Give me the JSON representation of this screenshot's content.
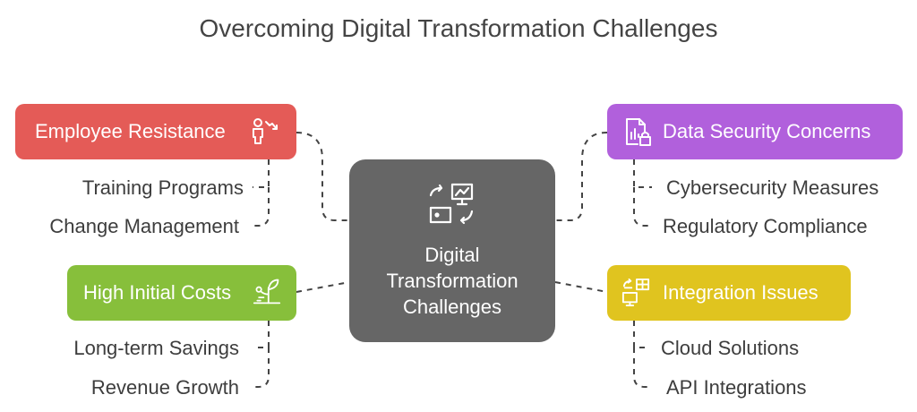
{
  "title": "Overcoming Digital Transformation Challenges",
  "center": {
    "label": "Digital\nTransformation\nChallenges",
    "icon": "presentation-chart-icon"
  },
  "challenges": [
    {
      "label": "Employee Resistance",
      "color": "#e45b57",
      "icon": "person-decline-icon",
      "solutions": [
        "Training Programs",
        "Change Management"
      ]
    },
    {
      "label": "Data Security Concerns",
      "color": "#b160dc",
      "icon": "secure-document-icon",
      "solutions": [
        "Cybersecurity Measures",
        "Regulatory Compliance"
      ]
    },
    {
      "label": "High Initial Costs",
      "color": "#87bf3b",
      "icon": "growing-plant-icon",
      "solutions": [
        "Long-term Savings",
        "Revenue Growth"
      ]
    },
    {
      "label": "Integration Issues",
      "color": "#e0c41f",
      "icon": "sync-table-icon",
      "solutions": [
        "Cloud Solutions",
        "API Integrations"
      ]
    }
  ]
}
